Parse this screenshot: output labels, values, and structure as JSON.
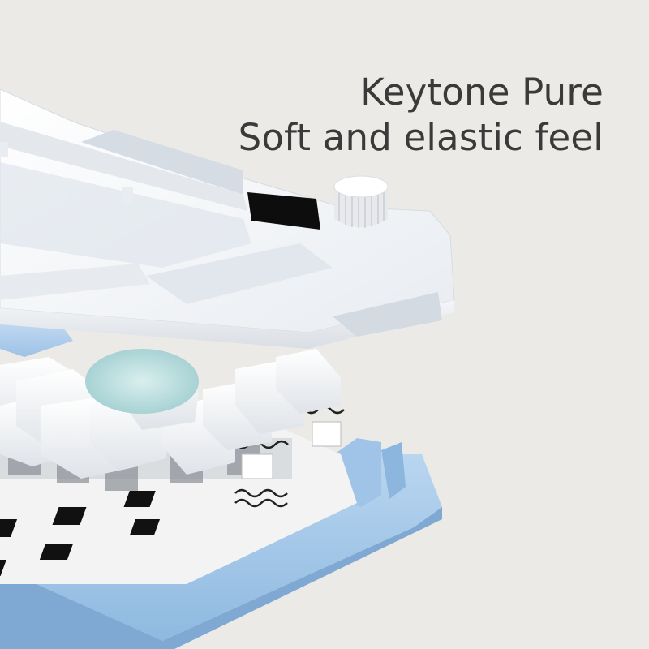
{
  "headline": {
    "line1": "Keytone Pure",
    "line2": "Soft and elastic feel"
  },
  "colors": {
    "background": "#eceae6",
    "text": "#3a3a3a",
    "case": "#ffffff",
    "plate_blue": "#a9cbea",
    "keycap_blue": "#b7d4f0",
    "screen": "#0d0d0d"
  },
  "icons": [
    "volume-knob",
    "oled-screen",
    "spring-wave"
  ]
}
